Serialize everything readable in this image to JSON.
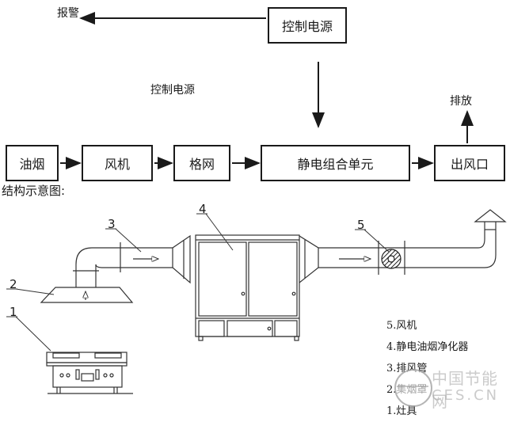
{
  "flowchart": {
    "alarm_label": "报警",
    "power_box_label": "控制电源",
    "power_side_label": "控制电源",
    "discharge_label": "排放",
    "nodes": [
      {
        "id": "oil-smoke",
        "label": "油烟"
      },
      {
        "id": "fan",
        "label": "风机"
      },
      {
        "id": "grid",
        "label": "格网"
      },
      {
        "id": "electrostatic-unit",
        "label": "静电组合单元"
      },
      {
        "id": "air-outlet",
        "label": "出风口"
      }
    ]
  },
  "structure": {
    "caption": "结构示意图:",
    "callouts": [
      "1",
      "2",
      "3",
      "4",
      "5"
    ],
    "legend": [
      "5.风机",
      "4.静电油烟净化器",
      "3.排风管",
      "2.集烟罩",
      "1.灶具"
    ]
  },
  "watermark": {
    "line1": "中国节能网",
    "line2": "CES.CN"
  }
}
